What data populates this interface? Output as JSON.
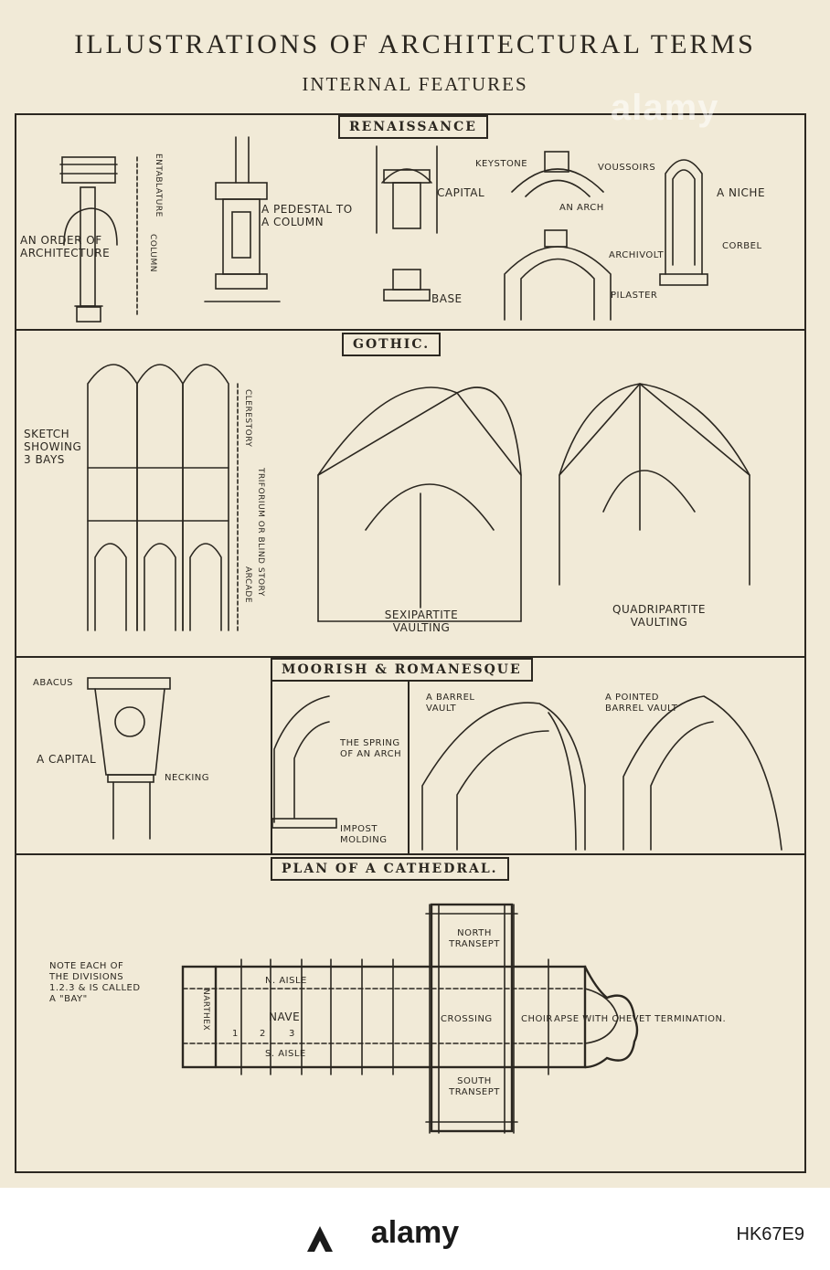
{
  "title": "ILLUSTRATIONS OF ARCHITECTURAL TERMS",
  "subtitle": "INTERNAL FEATURES",
  "sections": {
    "renaissance": "RENAISSANCE",
    "gothic": "GOTHIC.",
    "moorish": "MOORISH & ROMANESQUE",
    "plan": "PLAN OF A CATHEDRAL."
  },
  "labels": {
    "entablature": "ENTABLATURE",
    "order": "AN ORDER OF ARCHITECTURE",
    "column": "COLUMN",
    "pedestal": "A PEDESTAL TO A COLUMN",
    "capital": "CAPITAL",
    "base": "BASE",
    "keystone": "KEYSTONE",
    "voussoirs": "VOUSSOIRS",
    "an_arch": "AN ARCH",
    "archivolt": "ARCHIVOLT",
    "pilaster": "PILASTER",
    "niche": "A NICHE",
    "corbel": "CORBEL",
    "sketch": "SKETCH SHOWING 3 BAYS",
    "clerestory": "CLERESTORY",
    "triforium": "TRIFORIUM OR BLIND STORY",
    "arcade": "ARCADE",
    "sexipartite": "SEXIPARTITE VAULTING",
    "quadripartite": "QUADRIPARTITE VAULTING",
    "abacus": "ABACUS",
    "a_capital": "A CAPITAL",
    "necking": "NECKING",
    "spring": "THE SPRING OF AN ARCH",
    "impost": "IMPOST MOLDING",
    "barrel": "A BARREL VAULT",
    "pointed_barrel": "A POINTED BARREL VAULT",
    "note": "NOTE EACH OF THE DIVISIONS 1.2.3 & IS CALLED A \"BAY\"",
    "north": "NORTH TRANSEPT",
    "south": "SOUTH TRANSEPT",
    "n_aisle": "N. AISLE",
    "s_aisle": "S. AISLE",
    "narthex": "NARTHEX",
    "nave": "NAVE",
    "crossing": "CROSSING",
    "choir": "CHOIR",
    "apse": "APSE WITH CHEVET TERMINATION.",
    "bay1": "1",
    "bay2": "2",
    "bay3": "3"
  },
  "stock": {
    "brand": "alamy",
    "image_id": "HK67E9",
    "watermark": "alamy"
  }
}
